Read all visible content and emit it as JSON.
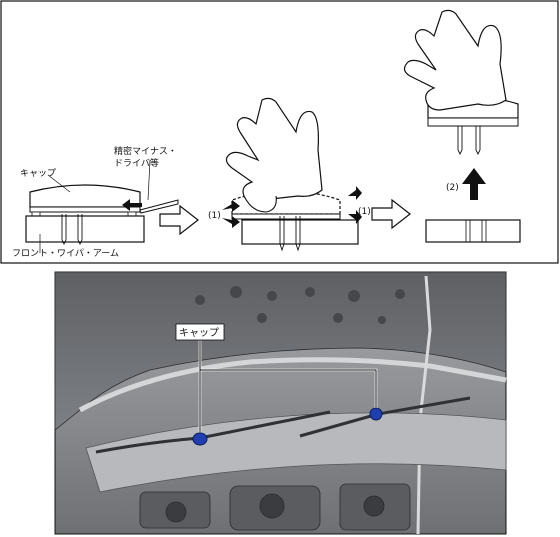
{
  "labels": {
    "cap": "キャップ",
    "tool": "精密マイナス・ドライバ等",
    "tool_line1": "精密マイナス・",
    "tool_line2": "ドライバ等",
    "arm": "フロント・ワイパ・アーム",
    "step1_left": "(1)",
    "step1_right": "(1)",
    "step2": "(2)",
    "photo_cap": "キャップ"
  },
  "colors": {
    "line": "#111111",
    "cap_highlight": "#1f3fb0",
    "photo_bg": "#8d8f92",
    "photo_dark": "#3a3c40"
  },
  "icons": {
    "arrow": "right-arrow-icon",
    "up_arrow": "up-arrow-icon",
    "pry": "pry-arrow-icon"
  }
}
